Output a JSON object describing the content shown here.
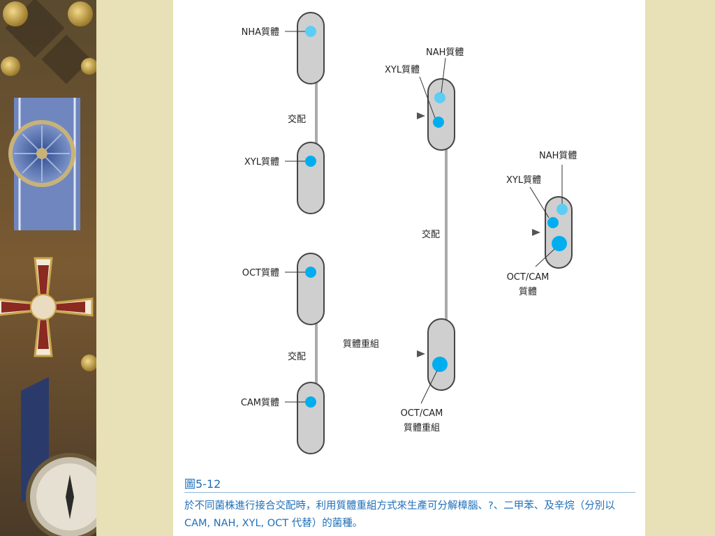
{
  "diagram": {
    "left_top": {
      "upper_label": "NHA質體",
      "cross_label": "交配",
      "lower_label": "XYL質體"
    },
    "top_result": {
      "label_a": "NAH質體",
      "label_b": "XYL質體"
    },
    "left_bottom": {
      "upper_label": "OCT質體",
      "cross_label": "交配",
      "arrow_label": "質體重組",
      "lower_label": "CAM質體"
    },
    "bottom_result": {
      "label_line1": "OCT/CAM",
      "label_line2": "質體重組"
    },
    "middle": {
      "cross_label": "交配"
    },
    "final_result": {
      "label_a": "NAH質體",
      "label_b": "XYL質體",
      "label_c_line1": "OCT/CAM",
      "label_c_line2": "質體"
    },
    "colors": {
      "plasmid_small": "#5ccdf5",
      "plasmid_main": "#00aeef",
      "cell_fill": "#cfcfcf",
      "arrow": "#555555"
    }
  },
  "caption": {
    "title": "圖5-12",
    "body": "於不同菌株進行接合交配時，利用質體重組方式來生產可分解樟腦、?、二甲苯、及辛烷（分別以CAM, NAH, XYL, OCT 代替）的菌種。"
  }
}
